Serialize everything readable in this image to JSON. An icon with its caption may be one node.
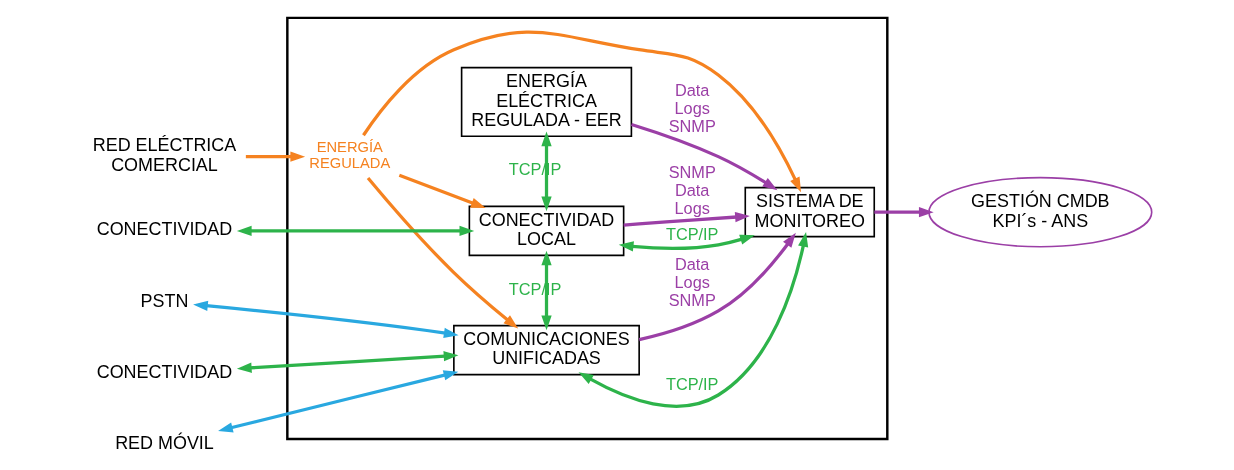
{
  "diagram": {
    "nodes": [
      {
        "text": [],
        "shape": "box"
      },
      {
        "text": [
          "COMUNICACIONES UNIFICADAS"
        ],
        "in": 0
      },
      {
        "text": [
          "CONECTIVIDAD LOCAL"
        ],
        "in": 0
      },
      {
        "text": [
          "ENERGÍA ELÉCTRICA REGULADA - EER"
        ],
        "in": 0
      },
      {
        "text": [
          "ENERGÍA REGULADA"
        ],
        "in": 0
      },
      {
        "text": [
          "SISTEMA DE MONITOREO"
        ],
        "in": 0
      },
      {
        "text": [
          "PSTN"
        ]
      },
      {
        "text": [
          "CONECTIVIDAD"
        ]
      },
      {
        "text": [
          "RED MÓVIL"
        ]
      },
      {
        "text": [
          "CONECTIVIDAD"
        ]
      },
      {
        "text": [
          "RED ELÉCTRICA COMERCIAL"
        ]
      },
      {
        "text": [
          "GESTIÓN CMDB KPI´s - ANS"
        ]
      }
    ],
    "edges": [
      {
        "from": 6,
        "to": 1,
        "arrow": "both",
        "color": "#29a8e0"
      },
      {
        "from": 7,
        "to": 1,
        "arrow": "both",
        "color": "#2db34a"
      },
      {
        "from": 8,
        "to": 1,
        "arrow": "both",
        "color": "#29a8e0"
      },
      {
        "from": 9,
        "to": 2,
        "arrow": "both",
        "color": "#2db34a"
      },
      {
        "from": 10,
        "to": 4,
        "arrow": "to",
        "color": "#f58220"
      },
      {
        "from": 4,
        "to": 1,
        "arrow": "to",
        "color": "#f58220"
      },
      {
        "from": 4,
        "to": 2,
        "arrow": "to",
        "color": "#f58220"
      },
      {
        "from": 4,
        "to": 5,
        "arrow": "to",
        "color": "#f58220"
      },
      {
        "from": 1,
        "to": 2,
        "arrow": "both",
        "label": "TCP/IP",
        "color": "#2db34a"
      },
      {
        "from": 2,
        "to": 3,
        "arrow": "both",
        "label": "TCP/IP",
        "color": "#2db34a"
      },
      {
        "from": 1,
        "to": 5,
        "arrow": "both",
        "label": "TCP/IP",
        "color": "#2db34a"
      },
      {
        "from": 2,
        "to": 5,
        "arrow": "both",
        "label": "TCP/IP",
        "color": "#2db34a"
      },
      {
        "from": 1,
        "to": 5,
        "arrow": "to",
        "label": "Data Logs SNMP",
        "color": "#9b3fa6"
      },
      {
        "from": 2,
        "to": 5,
        "arrow": "to",
        "label": "SNMP Data Logs",
        "color": "#9b3fa6"
      },
      {
        "from": 3,
        "to": 5,
        "arrow": "to",
        "label": "Data Logs SNMP",
        "color": "#9b3fa6"
      },
      {
        "from": 5,
        "to": 11,
        "arrow": "to",
        "color": "#9b3fa6"
      }
    ]
  }
}
